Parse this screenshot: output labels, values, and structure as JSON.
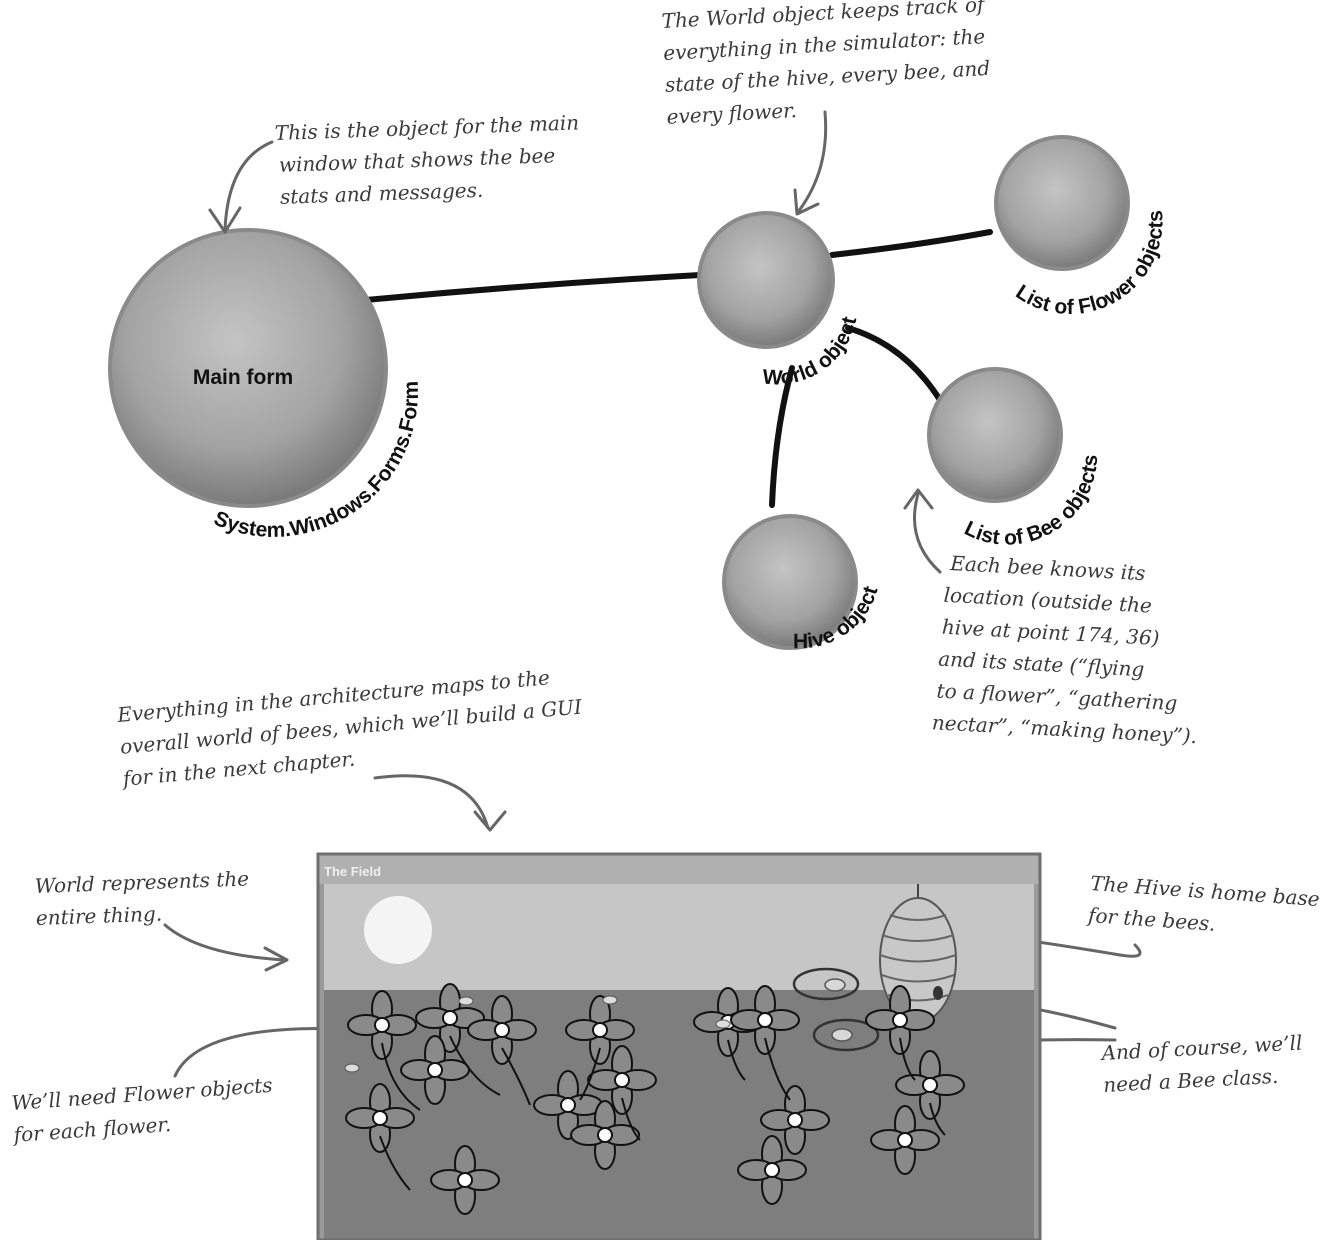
{
  "objects": {
    "main_form": {
      "title": "Main form",
      "type": "System.Windows.Forms.Form"
    },
    "world": {
      "label": "World object"
    },
    "flowers": {
      "label": "List of Flower objects"
    },
    "bees": {
      "label": "List of Bee objects"
    },
    "hive": {
      "label": "Hive object"
    }
  },
  "notes": {
    "main_form": [
      "This is the object for the main",
      "window that shows the bee",
      "stats and messages."
    ],
    "world": [
      "The World object keeps track of",
      "everything in the simulator: the",
      "state of the hive, every bee, and",
      "every flower."
    ],
    "bee_state": [
      "Each bee knows its",
      "location (outside the",
      "hive at point 174, 36)",
      "and its state (“flying",
      "to a flower”, “gathering",
      "nectar”, “making honey”)."
    ],
    "architecture": [
      "Everything in the architecture maps to the",
      "overall world of bees, which we’ll build a GUI",
      "for in the next chapter."
    ],
    "world_entire": [
      "World represents the",
      "entire thing."
    ],
    "flower_class": [
      "We’ll need Flower objects",
      "for each flower."
    ],
    "hive_home": [
      "The Hive is home base",
      "for the bees."
    ],
    "bee_class": [
      "And of course, we’ll",
      "need a Bee class."
    ]
  },
  "window": {
    "title": "The Field"
  },
  "colors": {
    "sky": "#c6c6c6",
    "ground": "#7e7e7e",
    "sphere": "#9c9c9c",
    "sun": "#f4f4f4"
  }
}
